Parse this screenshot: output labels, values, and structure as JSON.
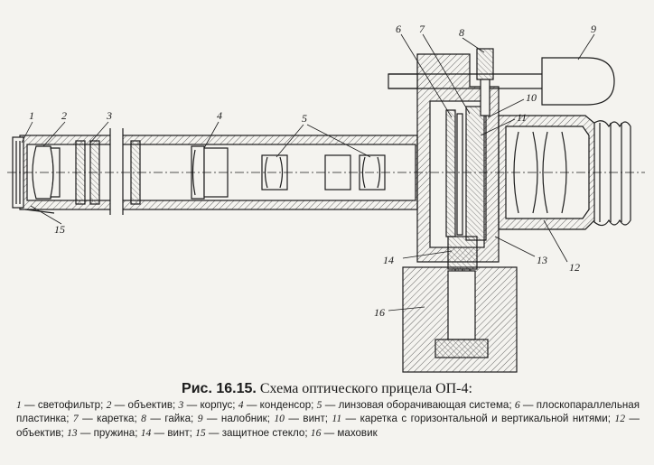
{
  "figure": {
    "callouts": [
      "1",
      "2",
      "3",
      "4",
      "5",
      "6",
      "7",
      "8",
      "9",
      "10",
      "11",
      "12",
      "13",
      "14",
      "15",
      "16"
    ]
  },
  "caption": {
    "label": "Рис. 16.15.",
    "text": "Схема оптического прицела ОП-4:"
  },
  "legend": [
    {
      "n": "1",
      "text": "светофильтр;"
    },
    {
      "n": "2",
      "text": "объектив;"
    },
    {
      "n": "3",
      "text": "корпус;"
    },
    {
      "n": "4",
      "text": "конденсор;"
    },
    {
      "n": "5",
      "text": "линзовая оборачивающая система;"
    },
    {
      "n": "6",
      "text": "плоскопараллельная пластинка;"
    },
    {
      "n": "7",
      "text": "каретка;"
    },
    {
      "n": "8",
      "text": "гайка;"
    },
    {
      "n": "9",
      "text": "налобник;"
    },
    {
      "n": "10",
      "text": "винт;"
    },
    {
      "n": "11",
      "text": "каретка с горизонтальной и вертикальной нитями;"
    },
    {
      "n": "12",
      "text": "объектив;"
    },
    {
      "n": "13",
      "text": "пружина;"
    },
    {
      "n": "14",
      "text": "винт;"
    },
    {
      "n": "15",
      "text": "защитное стекло;"
    },
    {
      "n": "16",
      "text": "маховик"
    }
  ],
  "colors": {
    "ink": "#1b1b1b",
    "paper": "#f4f3ef"
  }
}
